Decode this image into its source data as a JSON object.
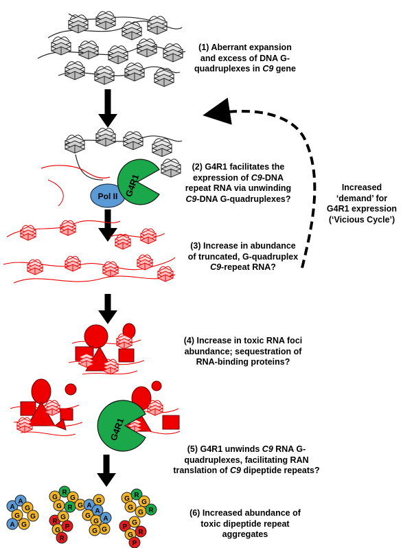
{
  "steps": [
    {
      "id": 1,
      "lines": [
        "(1) Aberrant expansion",
        "and excess of DNA G-",
        "quadruplexes in <i>C9</i> gene"
      ]
    },
    {
      "id": 2,
      "lines": [
        "(2) G4R1 facilitates the",
        "expression of <i>C9</i>-DNA",
        "repeat RNA via unwinding",
        "<i>C9</i>-DNA G-quadruplexes?"
      ]
    },
    {
      "id": 3,
      "lines": [
        "(3) Increase in abundance",
        "of truncated, G-quadruplex",
        "<i>C9</i>-repeat RNA?"
      ]
    },
    {
      "id": 4,
      "lines": [
        "(4) Increase in toxic RNA foci",
        "abundance; sequestration of",
        "RNA-binding proteins?"
      ]
    },
    {
      "id": 5,
      "lines": [
        "(5) G4R1 unwinds <i>C9</i> RNA G-",
        "quadruplexes, facilitating RAN",
        "translation of <i>C9</i> dipeptide repeats?"
      ]
    },
    {
      "id": 6,
      "lines": [
        "(6) Increased  abundance of",
        "toxic dipeptide repeat",
        "aggregates"
      ]
    }
  ],
  "loop_label": [
    "Increased",
    "‘demand’ for",
    "G4R1 expression",
    "(‘Vicious Cycle’)"
  ],
  "proteins": {
    "pol2": "Pol II",
    "g4r1": "G4R1"
  },
  "dipeptide_letters": [
    "A",
    "G",
    "P",
    "R"
  ],
  "colors": {
    "rna": "#ff0000",
    "g4r1": "#1aa84a",
    "pol2": "#5b9bd5",
    "bead_yellow": "#f2b52a",
    "bead_blue": "#5b9bd5",
    "bead_green": "#1aa84a",
    "bead_red": "#e31b1b",
    "dna": "#333333"
  }
}
